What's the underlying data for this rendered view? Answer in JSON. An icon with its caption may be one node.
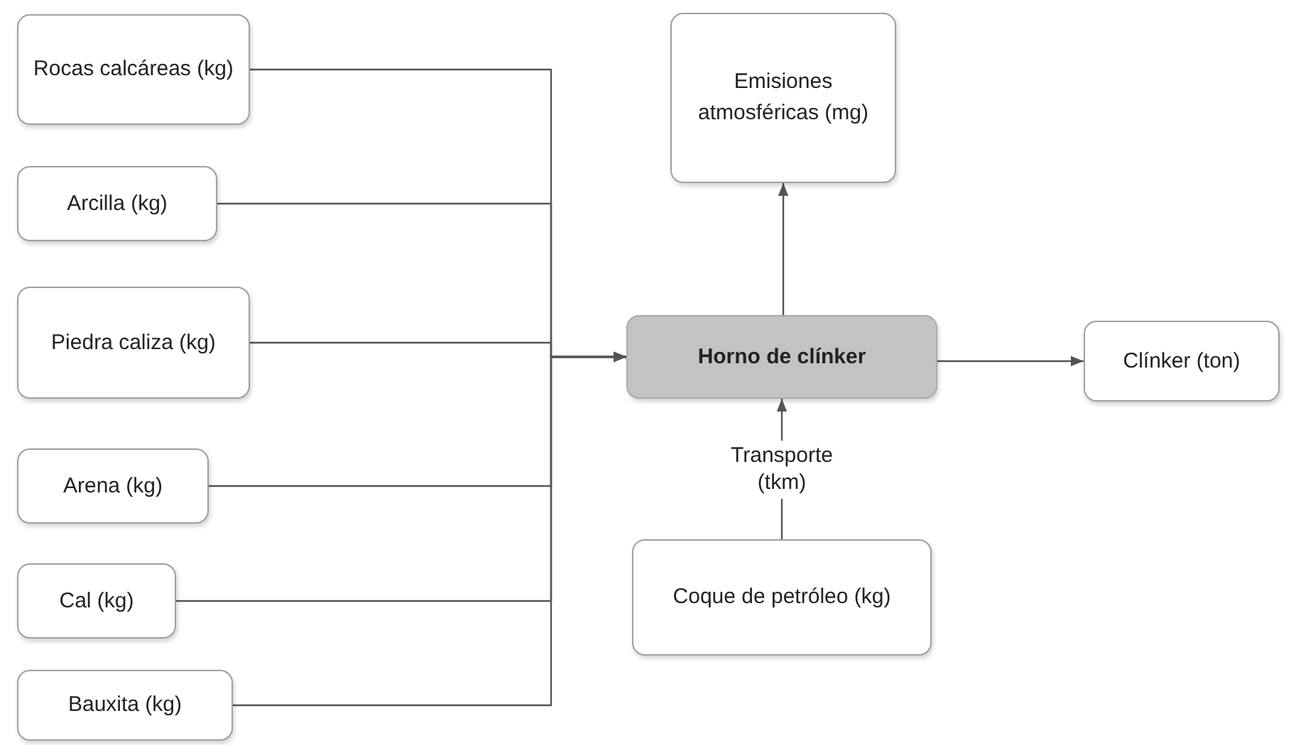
{
  "diagram": {
    "nodes": [
      {
        "text": [
          "Rocas calcáreas (kg)"
        ]
      },
      {
        "text": [
          "Arcilla (kg)"
        ]
      },
      {
        "text": [
          "Piedra caliza (kg)"
        ]
      },
      {
        "text": [
          "Arena (kg)"
        ]
      },
      {
        "text": [
          "Cal (kg)"
        ]
      },
      {
        "text": [
          "Bauxita (kg)"
        ]
      },
      {
        "text": [
          "Emisiones atmosféricas (mg)"
        ]
      },
      {
        "text": [
          "Horno de clínker"
        ]
      },
      {
        "text": [
          "Clínker (ton)"
        ]
      },
      {
        "text": [
          "Coque de petróleo (kg)"
        ]
      }
    ],
    "edges": [
      {
        "from": 0,
        "to": 7,
        "arrow": "to"
      },
      {
        "from": 1,
        "to": 7,
        "arrow": "to"
      },
      {
        "from": 2,
        "to": 7,
        "arrow": "to"
      },
      {
        "from": 3,
        "to": 7,
        "arrow": "to"
      },
      {
        "from": 4,
        "to": 7,
        "arrow": "to"
      },
      {
        "from": 5,
        "to": 7,
        "arrow": "to"
      },
      {
        "from": 7,
        "to": 6,
        "arrow": "to"
      },
      {
        "from": 7,
        "to": 8,
        "arrow": "to"
      },
      {
        "from": 9,
        "to": 7,
        "arrow": "to",
        "label": "Transporte (tkm)"
      }
    ]
  }
}
